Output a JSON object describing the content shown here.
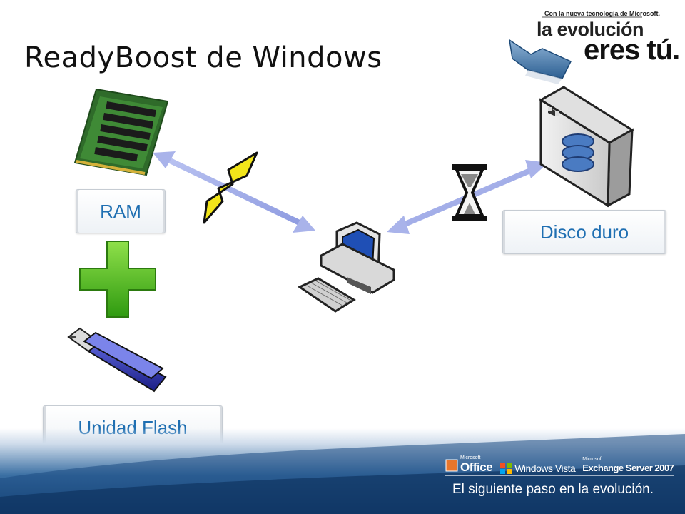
{
  "slide": {
    "title": "ReadyBoost de Windows"
  },
  "labels": {
    "ram": "RAM",
    "disk": "Disco duro",
    "flash": "Unidad Flash"
  },
  "campaign": {
    "tagline_small": "Con la nueva tecnología de Microsoft.",
    "line1": "la evolución",
    "line2": "eres tú."
  },
  "footer": {
    "office_super": "Microsoft",
    "office": "Office",
    "vista": "Windows Vista",
    "exchange_super": "Microsoft",
    "exchange": "Exchange Server 2007",
    "tagline": "El siguiente paso en la evolución."
  },
  "colors": {
    "label_text": "#1f6fb2",
    "arrow": "#a9b3ea",
    "plus": "#58c21f",
    "lightning": "#f2e51a",
    "footer_dark": "#0f3a6a"
  }
}
